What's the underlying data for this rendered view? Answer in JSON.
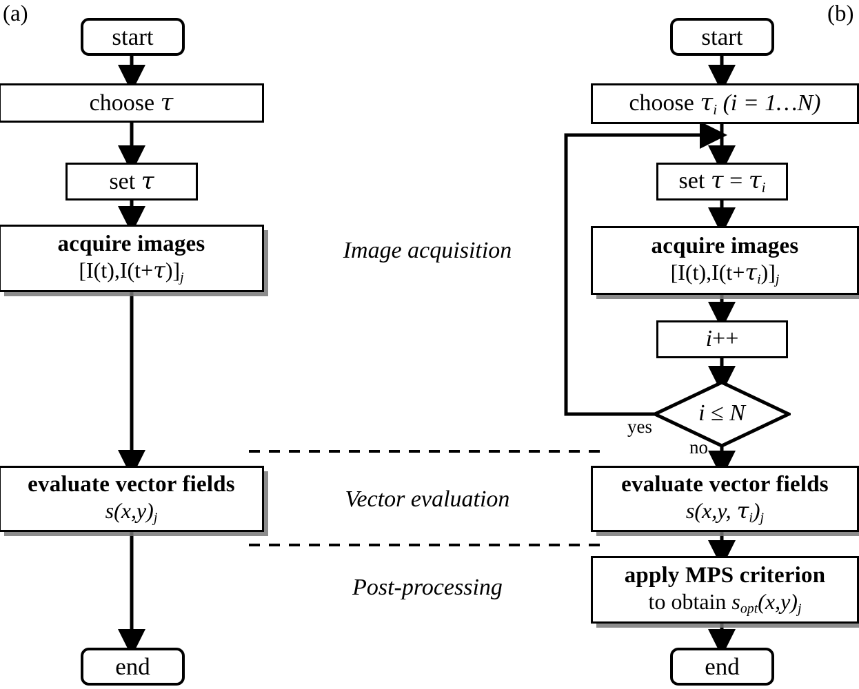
{
  "figure": {
    "panel_a_tag": "(a)",
    "panel_b_tag": "(b)"
  },
  "stage_labels": [
    {
      "name": "image-acquisition",
      "text": "Image acquisition"
    },
    {
      "name": "vector-evaluation",
      "text": "Vector evaluation"
    },
    {
      "name": "post-processing",
      "text": "Post-processing"
    }
  ],
  "panel_a": {
    "start": "start",
    "choose": {
      "pre": "choose ",
      "sym": "τ"
    },
    "set": {
      "pre": "set ",
      "sym": "τ"
    },
    "acquire": {
      "line1": "acquire images",
      "line2_a": "[I(t),I(t+",
      "line2_sym": "τ",
      "line2_b": ")]",
      "line2_sub": "j"
    },
    "evaluate": {
      "line1": "evaluate vector fields",
      "line2_s": "s",
      "line2_args": "(x,y)",
      "line2_sub": "j"
    },
    "end": "end"
  },
  "panel_b": {
    "start": "start",
    "choose": {
      "pre": "choose ",
      "sym": "τ",
      "sym_sub": "i",
      "post": " (i = 1…N)"
    },
    "set": {
      "pre": "set ",
      "sym": "τ",
      "eq": " = ",
      "sym2": "τ",
      "sym2_sub": "i"
    },
    "acquire": {
      "line1": "acquire images",
      "line2_a": "[I(t),I(t+",
      "line2_sym": "τ",
      "line2_sym_sub": "i",
      "line2_b": ")]",
      "line2_sub": "j"
    },
    "increment": {
      "var": "i",
      "op": "++"
    },
    "decision": {
      "text_var": "i",
      "text_rel": " ≤ ",
      "text_n": "N",
      "yes_label": "yes",
      "no_label": "no"
    },
    "evaluate": {
      "line1": "evaluate vector fields",
      "line2_s": "s",
      "line2_args": "(x,y, ",
      "line2_sym": "τ",
      "line2_sym_sub": "i",
      "line2_close": ")",
      "line2_sub": "j"
    },
    "mps": {
      "line1": "apply MPS criterion",
      "line2_pre": "to obtain ",
      "line2_s": "s",
      "line2_sub_opt": "opt",
      "line2_args": "(x,y)",
      "line2_sub": "j"
    },
    "end": "end"
  },
  "colors": {
    "stroke": "#000000",
    "fill": "#ffffff",
    "shadow": "#787878"
  }
}
